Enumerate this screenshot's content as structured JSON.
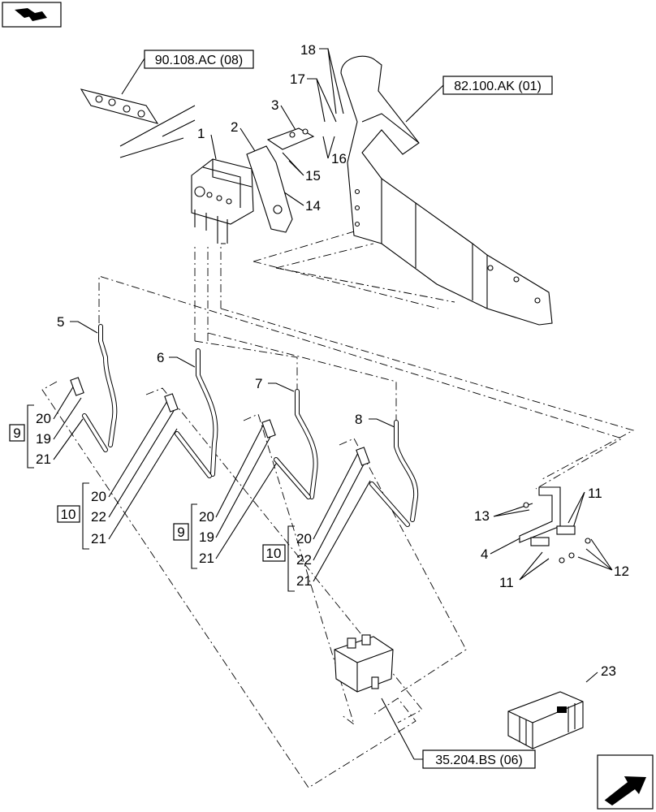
{
  "references": {
    "top_left": "90.108.AC (08)",
    "top_right": "82.100.AK (01)",
    "bottom": "35.204.BS (06)"
  },
  "groups": {
    "g1": "9",
    "g2": "10",
    "g3": "9",
    "g4": "10"
  },
  "callouts": {
    "c1": "1",
    "c2": "2",
    "c3": "3",
    "c4": "4",
    "c5": "5",
    "c6": "6",
    "c7": "7",
    "c8": "8",
    "c11a": "11",
    "c11b": "11",
    "c12": "12",
    "c13": "13",
    "c14": "14",
    "c15": "15",
    "c16": "16",
    "c17": "17",
    "c18": "18",
    "c23": "23",
    "g1_20": "20",
    "g1_19": "19",
    "g1_21": "21",
    "g2_20": "20",
    "g2_22": "22",
    "g2_21": "21",
    "g3_20": "20",
    "g3_19": "19",
    "g3_21": "21",
    "g4_20": "20",
    "g4_22": "22",
    "g4_21": "21"
  },
  "icons": {
    "top_left": "manual-book-icon",
    "bottom_right": "next-page-arrow-icon"
  }
}
